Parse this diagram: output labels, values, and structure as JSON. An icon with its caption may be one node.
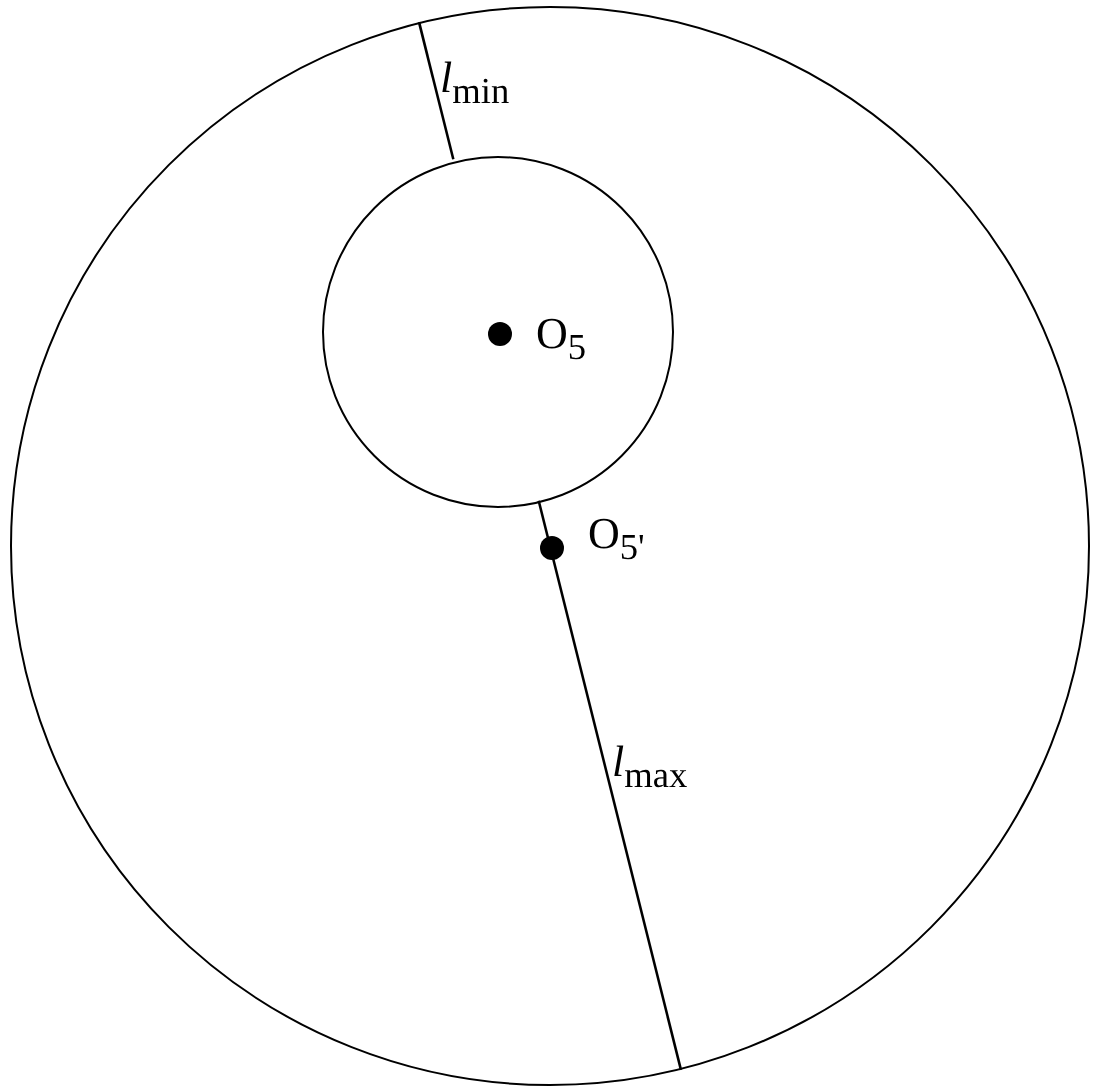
{
  "diagram": {
    "nodes": [
      {
        "text": [],
        "shape": "circle"
      },
      {
        "text": [],
        "shape": "circle",
        "in": 0
      },
      {
        "text": [],
        "shape": "dot",
        "in": 1,
        "beside": [
          "O$_{5}$"
        ]
      },
      {
        "text": [],
        "shape": "dot",
        "in": 0,
        "beside": [
          "O$_{5'}$"
        ]
      }
    ],
    "edges": [],
    "labels": [
      "*l*$_{min}$",
      "*l*$_{max}$"
    ]
  }
}
